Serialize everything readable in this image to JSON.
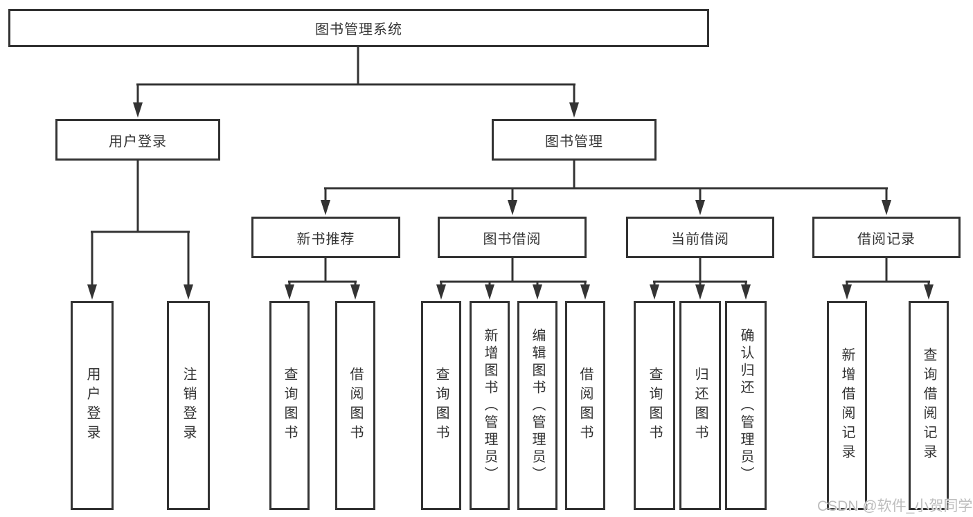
{
  "diagram_title": "图书管理系统",
  "tree": {
    "root": {
      "label": "图书管理系统"
    },
    "branches": [
      {
        "label": "用户登录",
        "leaves": [
          {
            "label": "用户登录"
          },
          {
            "label": "注销登录"
          }
        ]
      },
      {
        "label": "图书管理",
        "groups": [
          {
            "label": "新书推荐",
            "leaves": [
              {
                "label": "查询图书"
              },
              {
                "label": "借阅图书"
              }
            ]
          },
          {
            "label": "图书借阅",
            "leaves": [
              {
                "label": "查询图书"
              },
              {
                "label": "新增图书（管理员）"
              },
              {
                "label": "编辑图书（管理员）"
              },
              {
                "label": "借阅图书"
              }
            ]
          },
          {
            "label": "当前借阅",
            "leaves": [
              {
                "label": "查询图书"
              },
              {
                "label": "归还图书"
              },
              {
                "label": "确认归还（管理员）"
              }
            ]
          },
          {
            "label": "借阅记录",
            "leaves": [
              {
                "label": "新增借阅记录"
              },
              {
                "label": "查询借阅记录"
              }
            ]
          }
        ]
      }
    ]
  },
  "watermark": {
    "text": "CSDN @软件_小贺同学"
  },
  "colors": {
    "line": "#333333",
    "text": "#333333",
    "background": "#ffffff",
    "watermark": "#bdbdbd"
  }
}
